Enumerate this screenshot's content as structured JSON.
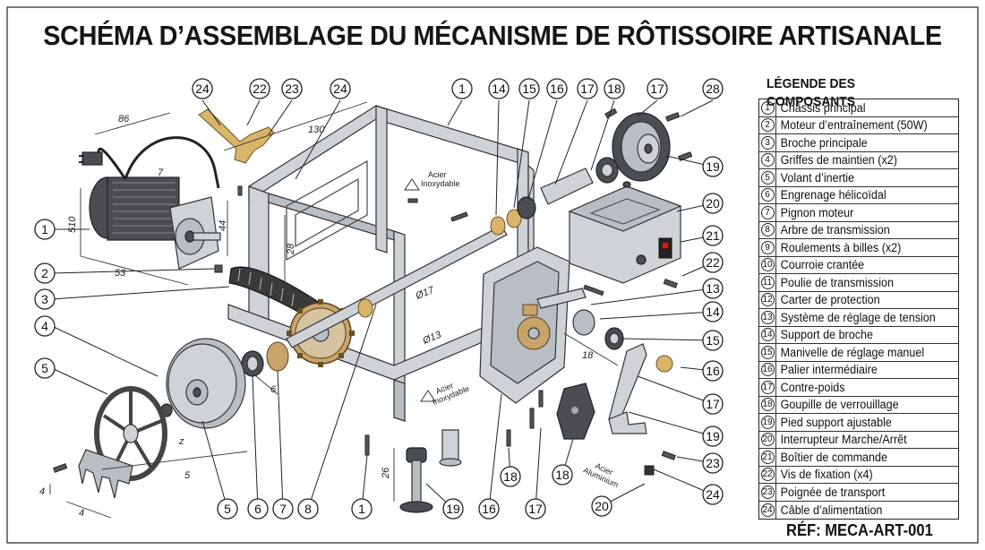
{
  "title": "SCHÉMA D’ASSEMBLAGE DU MÉCANISME DE RÔTISSOIRE ARTISANALE",
  "legend": {
    "title": "LÉGENDE DES COMPOSANTS",
    "items": [
      {
        "num": "1",
        "label": "Châssis principal"
      },
      {
        "num": "2",
        "label": "Moteur d’entraînement (50W)"
      },
      {
        "num": "3",
        "label": "Broche principale"
      },
      {
        "num": "4",
        "label": "Griffes de maintien (x2)"
      },
      {
        "num": "5",
        "label": "Volant d’inertie"
      },
      {
        "num": "6",
        "label": "Engrenage hélicoïdal"
      },
      {
        "num": "7",
        "label": "Pignon moteur"
      },
      {
        "num": "8",
        "label": "Arbre de transmission"
      },
      {
        "num": "9",
        "label": "Roulements à billes (x2)"
      },
      {
        "num": "10",
        "label": "Courroie crantée"
      },
      {
        "num": "11",
        "label": "Poulie de transmission"
      },
      {
        "num": "12",
        "label": "Carter de protection"
      },
      {
        "num": "13",
        "label": "Système de réglage de tension"
      },
      {
        "num": "14",
        "label": "Support de broche"
      },
      {
        "num": "15",
        "label": "Manivelle de réglage manuel"
      },
      {
        "num": "16",
        "label": "Palier intermédiaire"
      },
      {
        "num": "17",
        "label": "Contre-poids"
      },
      {
        "num": "18",
        "label": "Goupille de verrouillage"
      },
      {
        "num": "19",
        "label": "Pied support ajustable"
      },
      {
        "num": "20",
        "label": "Interrupteur Marche/Arrêt"
      },
      {
        "num": "21",
        "label": "Boîtier de commande"
      },
      {
        "num": "22",
        "label": "Vis de fixation (x4)"
      },
      {
        "num": "23",
        "label": "Poignée de transport"
      },
      {
        "num": "24",
        "label": "Câble d’alimentation"
      }
    ]
  },
  "reference": "RÉF: MECA-ART-001",
  "callouts_top": [
    "24",
    "22",
    "23",
    "24",
    "1",
    "14",
    "15",
    "16",
    "17",
    "18",
    "17",
    "28"
  ],
  "callouts_left": [
    "1",
    "2",
    "3",
    "4",
    "5"
  ],
  "callouts_right": [
    "19",
    "20",
    "21",
    "22",
    "13",
    "14",
    "15",
    "16",
    "17",
    "19",
    "23",
    "24"
  ],
  "callouts_bottom": [
    "5",
    "6",
    "7",
    "8",
    "1",
    "19",
    "16",
    "18",
    "17",
    "18",
    "20"
  ],
  "dimensions": {
    "d86": "86",
    "d130": "130",
    "d510": "510",
    "d44": "44",
    "d53": "53",
    "d28": "28",
    "d17": "Ø17",
    "d13": "Ø13",
    "d18": "18",
    "d6": "6",
    "d5": "5",
    "d4a": "4",
    "d4b": "4",
    "d26": "26",
    "d7": "7",
    "dz": "z"
  },
  "material_notes": {
    "steel_top": "Acier\nInoxydable",
    "steel_bottom": "Acier\nInoxydable",
    "aluminium": "Acier\nAluminium"
  }
}
